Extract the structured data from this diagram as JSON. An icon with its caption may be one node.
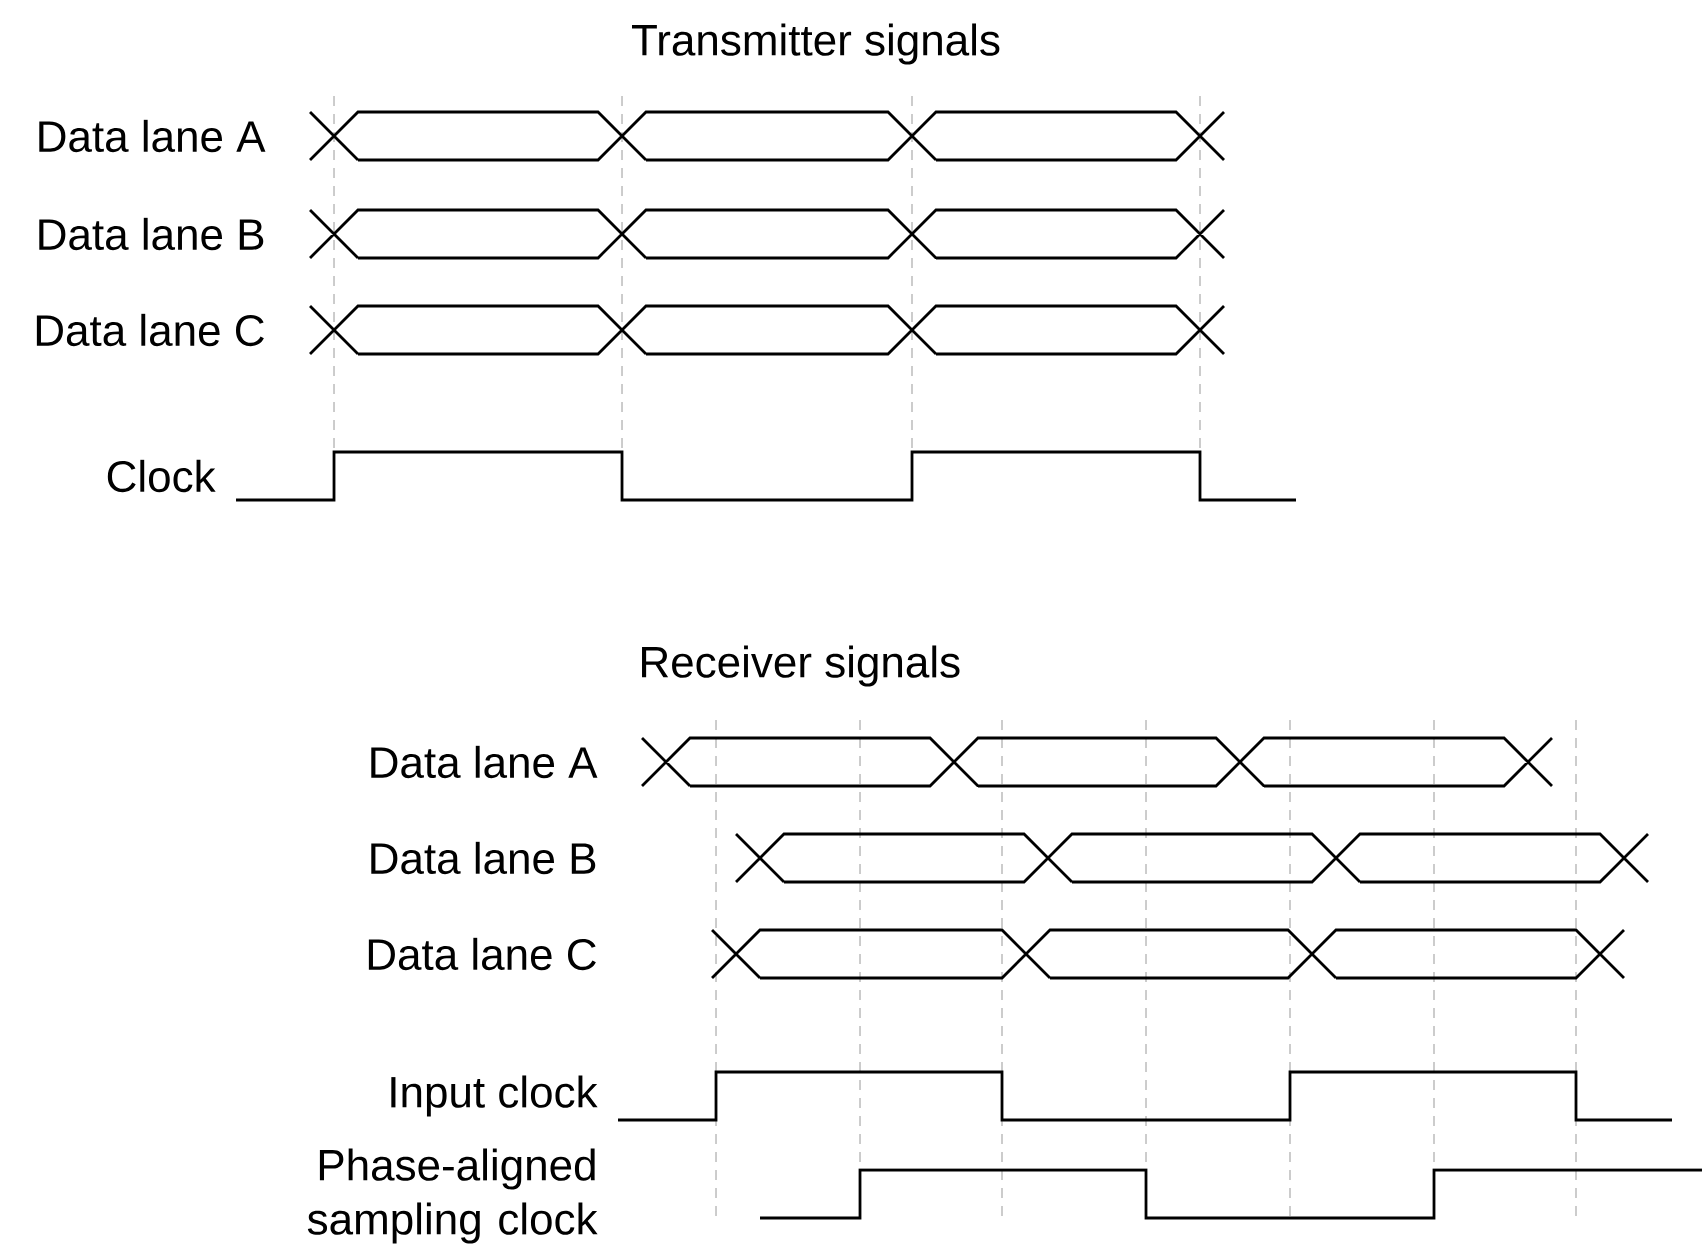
{
  "diagram": {
    "labels": [
      "Transmitter signals",
      "Data lane A",
      "Data lane B",
      "Data lane C",
      "Clock",
      "Receiver signals",
      "Data lane A",
      "Data lane B",
      "Data lane C",
      "Input clock",
      "Phase-aligned sampling clock"
    ]
  }
}
